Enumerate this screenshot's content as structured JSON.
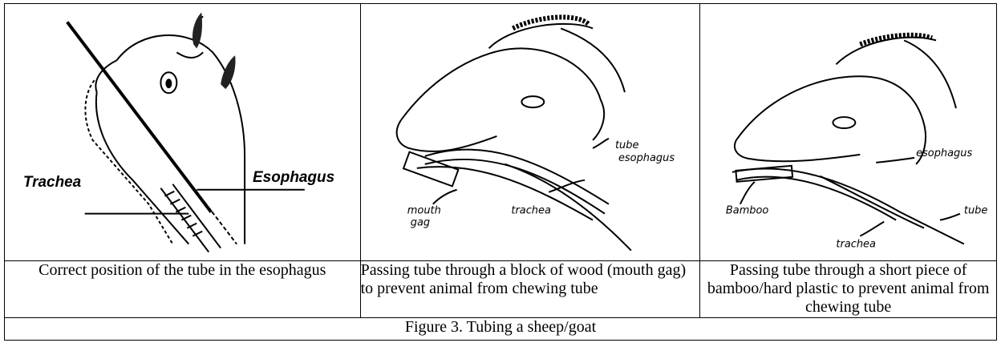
{
  "panels": [
    {
      "caption": "Correct position of the tube in the esophagus",
      "labels": {
        "esophagus": "Esophagus",
        "trachea": "Trachea"
      }
    },
    {
      "caption": "Passing tube through a block of wood (mouth gag) to prevent animal from chewing tube",
      "labels": {
        "tube": "tube",
        "esophagus": "esophagus",
        "trachea": "trachea",
        "mouth_gag_1": "mouth",
        "mouth_gag_2": "gag"
      }
    },
    {
      "caption": "Passing tube through a short piece of bamboo/hard plastic to prevent animal from chewing tube",
      "labels": {
        "bamboo": "Bamboo",
        "esophagus": "esophagus",
        "tube": "tube",
        "trachea": "trachea"
      }
    }
  ],
  "figure_caption": "Figure 3. Tubing a sheep/goat"
}
